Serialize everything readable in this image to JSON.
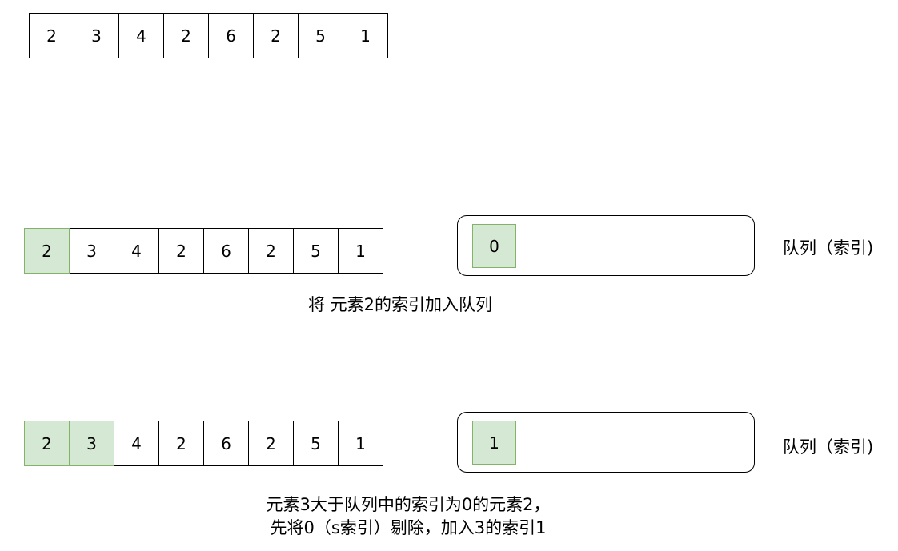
{
  "rows": [
    {
      "values": [
        "2",
        "3",
        "4",
        "2",
        "6",
        "2",
        "5",
        "1"
      ],
      "highlight": []
    },
    {
      "values": [
        "2",
        "3",
        "4",
        "2",
        "6",
        "2",
        "5",
        "1"
      ],
      "highlight": [
        0
      ]
    },
    {
      "values": [
        "2",
        "3",
        "4",
        "2",
        "6",
        "2",
        "5",
        "1"
      ],
      "highlight": [
        0,
        1
      ]
    }
  ],
  "steps": [
    {
      "queue_item": "0",
      "queue_label": "队列（索引)",
      "caption_lines": [
        "将 元素2的索引加入队列"
      ]
    },
    {
      "queue_item": "1",
      "queue_label": "队列（索引)",
      "caption_lines": [
        "元素3大于队列中的索引为0的元素2，",
        "先将0（s索引）剔除，加入3的索引1"
      ]
    }
  ],
  "colors": {
    "highlight_fill": "#d5e8d4",
    "highlight_border": "#82b366"
  }
}
